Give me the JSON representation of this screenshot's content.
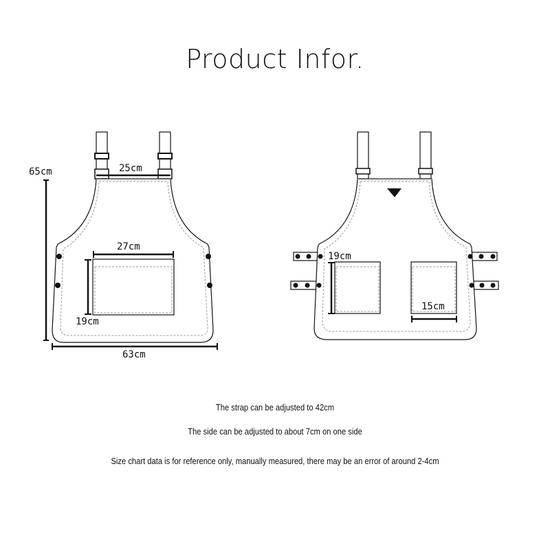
{
  "title": "Product Infor.",
  "front_view": {
    "height_label": "65cm",
    "neck_width_label": "25cm",
    "pocket_width_label": "27cm",
    "pocket_height_label": "19cm",
    "bottom_width_label": "63cm"
  },
  "back_view": {
    "pocket_height_label": "19cm",
    "pocket_width_label": "15cm"
  },
  "notes": [
    "The strap can be adjusted to 42cm",
    "The side can be adjusted to about 7cm on one side",
    "Size chart data is for reference only, manually measured, there may be an error of around 2-4cm"
  ],
  "colors": {
    "line": "#111111",
    "stitch": "#999999",
    "background": "#ffffff"
  }
}
